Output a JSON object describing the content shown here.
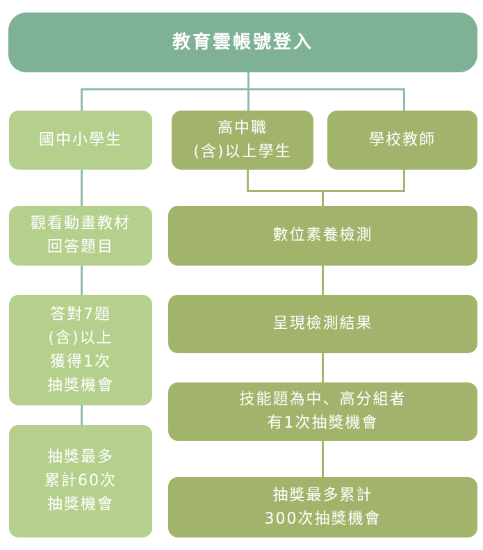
{
  "title": "教育雲帳號登入",
  "groups": {
    "elementary": "國中小學生",
    "senior": [
      "高中職",
      "(含)以上學生"
    ],
    "teacher": "學校教師"
  },
  "left_steps": {
    "watch": [
      "觀看動畫教材",
      "回答題目"
    ],
    "correct": [
      "答對7題",
      "(含)以上",
      "獲得1次",
      "抽獎機會"
    ],
    "max": [
      "抽獎最多",
      "累計60次",
      "抽獎機會"
    ]
  },
  "right_steps": {
    "test": "數位素養檢測",
    "result": "呈現檢測結果",
    "high_score": [
      "技能題為中、高分組者",
      "有1次抽獎機會"
    ],
    "max": [
      "抽獎最多累計",
      "300次抽獎機會"
    ]
  },
  "colors": {
    "title_bg": "#7fb196",
    "left_bg": "#b5cf8d",
    "right_bg": "#a2b46c",
    "connector": "#8fbca6"
  }
}
